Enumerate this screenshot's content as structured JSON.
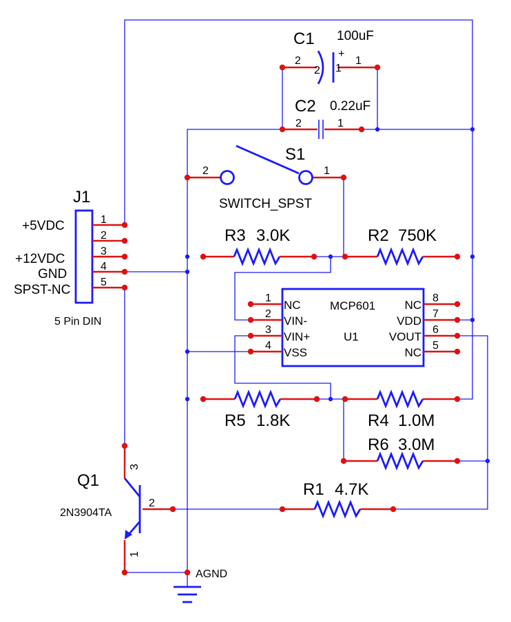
{
  "schematic": {
    "C1": {
      "ref": "C1",
      "value": "100uF",
      "pin1": "1",
      "pin2": "2",
      "polarity": "+",
      "body_pin2": "2",
      "body_pin1": "1"
    },
    "C2": {
      "ref": "C2",
      "value": "0.22uF",
      "pin1": "1",
      "pin2": "2"
    },
    "S1": {
      "ref": "S1",
      "value": "SWITCH_SPST",
      "pin1": "1",
      "pin2": "2"
    },
    "J1": {
      "ref": "J1",
      "value": "5 Pin DIN",
      "pins": [
        "1",
        "2",
        "3",
        "4",
        "5"
      ],
      "labels": [
        "+5VDC",
        "+12VDC",
        "GND",
        "SPST-NC"
      ]
    },
    "R1": {
      "ref": "R1",
      "value": "4.7K"
    },
    "R2": {
      "ref": "R2",
      "value": "750K"
    },
    "R3": {
      "ref": "R3",
      "value": "3.0K"
    },
    "R4": {
      "ref": "R4",
      "value": "1.0M"
    },
    "R5": {
      "ref": "R5",
      "value": "1.8K"
    },
    "R6": {
      "ref": "R6",
      "value": "3.0M"
    },
    "U1": {
      "ref": "U1",
      "value": "MCP601",
      "left_pins": [
        {
          "num": "1",
          "name": "NC"
        },
        {
          "num": "2",
          "name": "VIN-"
        },
        {
          "num": "3",
          "name": "VIN+"
        },
        {
          "num": "4",
          "name": "VSS"
        }
      ],
      "right_pins": [
        {
          "num": "8",
          "name": "NC"
        },
        {
          "num": "7",
          "name": "VDD"
        },
        {
          "num": "6",
          "name": "VOUT"
        },
        {
          "num": "5",
          "name": "NC"
        }
      ]
    },
    "Q1": {
      "ref": "Q1",
      "value": "2N3904TA",
      "pin_b": "2",
      "pin_c": "3",
      "pin_e": "1"
    },
    "GND": {
      "label": "AGND"
    }
  }
}
